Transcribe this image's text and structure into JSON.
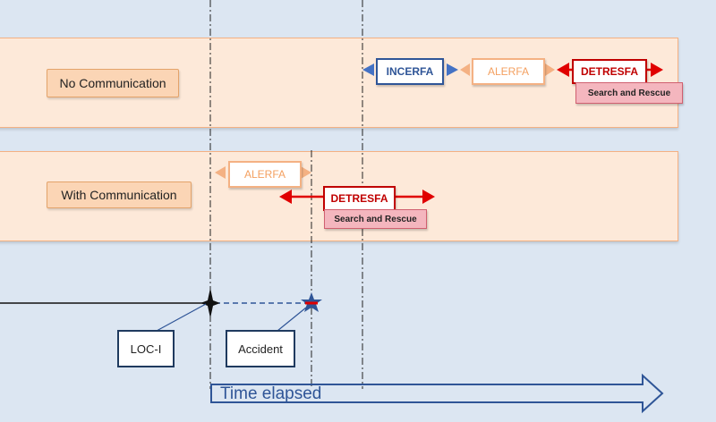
{
  "lanes": {
    "no_comm": {
      "label": "No Communication"
    },
    "with_comm": {
      "label": "With Communication"
    }
  },
  "phases": {
    "incerfa": "INCERFA",
    "alerfa_no_comm": "ALERFA",
    "detresfa_no_comm": "DETRESFA",
    "alerfa_with_comm": "ALERFA",
    "detresfa_with_comm": "DETRESFA"
  },
  "search_rescue": "Search and Rescue",
  "events": {
    "loc_i": "LOC-I",
    "accident": "Accident"
  },
  "time_axis": {
    "label": "Time elapsed"
  },
  "colors": {
    "background": "#dce6f2",
    "lane_fill": "#fde9d9",
    "incerfa": "#4472c4",
    "alerfa": "#f4b183",
    "detresfa": "#e00000",
    "timeline": "#1f3a5f"
  }
}
